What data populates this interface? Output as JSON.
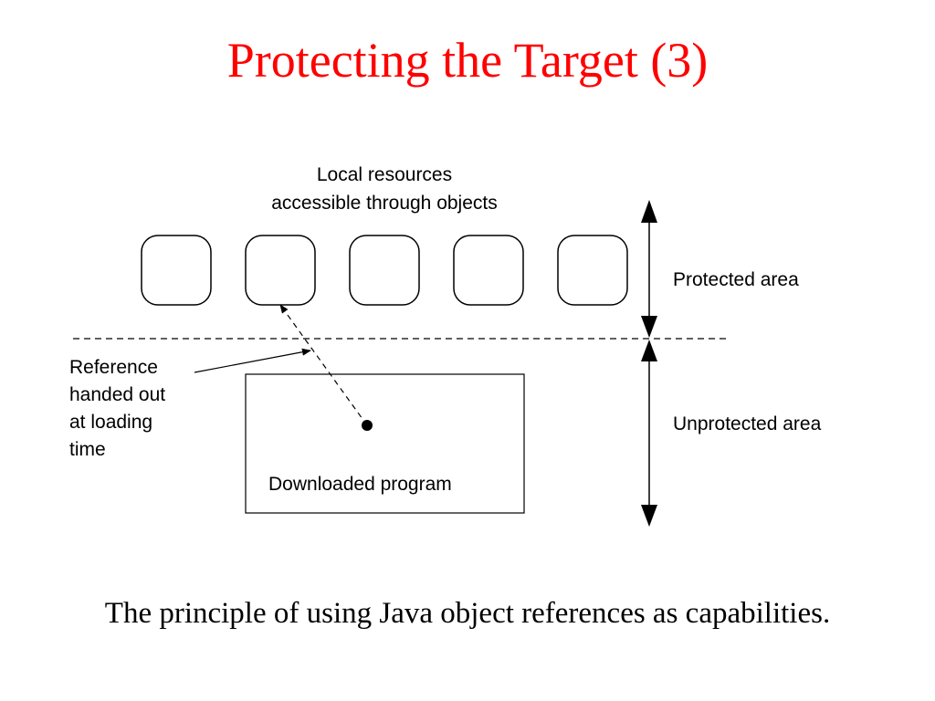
{
  "slide": {
    "title": "Protecting the Target (3)",
    "caption": "The principle of using Java object references as capabilities.",
    "title_color": "#ff0000"
  },
  "diagram": {
    "resources_label_line1": "Local resources",
    "resources_label_line2": "accessible through objects",
    "resource_object_count": 5,
    "protected_label": "Protected area",
    "unprotected_label": "Unprotected area",
    "reference_label_lines": [
      "Reference",
      "handed out",
      "at loading",
      "time"
    ],
    "program_label": "Downloaded program"
  }
}
